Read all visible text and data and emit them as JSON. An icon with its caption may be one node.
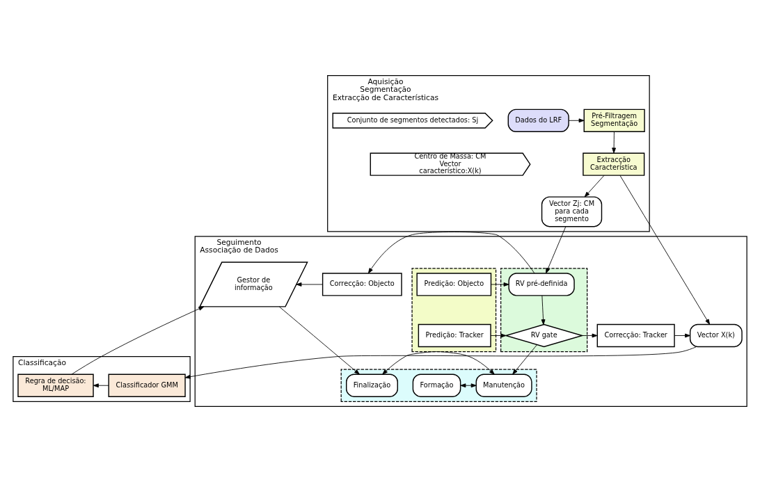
{
  "diagram": {
    "nodes": [
      {
        "text": [
          "Aquisição",
          "Segmentação",
          "Extracção de Características"
        ]
      },
      {
        "text": [
          "Dados do LRF"
        ],
        "in": 0
      },
      {
        "text": [
          "Pré-Filtragem Segmentação"
        ],
        "in": 0
      },
      {
        "text": [
          "Conjunto de segmentos detectados: Sj"
        ],
        "in": 0
      },
      {
        "text": [
          "Extracção Característica"
        ],
        "in": 0
      },
      {
        "text": [
          "Centro de Massa: CM Vector característico:X(k)"
        ],
        "in": 0
      },
      {
        "text": [
          "Vector Zj: CM para cada segmento"
        ],
        "in": 0
      },
      {
        "text": [
          "Seguimento",
          "Associação de Dados"
        ]
      },
      {
        "text": [],
        "shape": "box",
        "in": 7
      },
      {
        "text": [
          "Predição: Objecto"
        ],
        "in": 8
      },
      {
        "text": [
          "Predição: Tracker"
        ],
        "in": 8
      },
      {
        "text": [],
        "shape": "box",
        "in": 7
      },
      {
        "text": [
          "RV pré-definida"
        ],
        "in": 11
      },
      {
        "text": [
          "RV gate"
        ],
        "in": 11
      },
      {
        "text": [
          "Correcção: Objecto"
        ],
        "in": 7
      },
      {
        "text": [
          "Correcção: Tracker"
        ],
        "in": 7
      },
      {
        "text": [
          "Gestor de informação"
        ],
        "in": 7
      },
      {
        "text": [
          "Vector X(k)"
        ],
        "in": 7
      },
      {
        "text": [],
        "shape": "box",
        "in": 7
      },
      {
        "text": [
          "Formação"
        ],
        "in": 18
      },
      {
        "text": [
          "Manutenção"
        ],
        "in": 18
      },
      {
        "text": [
          "Finalização"
        ],
        "in": 18
      },
      {
        "text": [
          "Classificação"
        ]
      },
      {
        "text": [
          "Classificador GMM"
        ],
        "in": 22
      },
      {
        "text": [
          "Regra de decisão: ML/MAP"
        ],
        "in": 22
      }
    ],
    "edges": [
      {
        "from": 1,
        "to": 2,
        "arrow": "to"
      },
      {
        "from": 2,
        "to": 4,
        "arrow": "to"
      },
      {
        "from": 4,
        "to": 6,
        "arrow": "to"
      },
      {
        "from": 4,
        "to": 17,
        "arrow": "to"
      },
      {
        "from": 6,
        "to": 12,
        "arrow": "to"
      },
      {
        "from": 9,
        "to": 12,
        "arrow": "to"
      },
      {
        "from": 10,
        "to": 13,
        "arrow": "to"
      },
      {
        "from": 12,
        "to": 13,
        "arrow": "to"
      },
      {
        "from": 12,
        "to": 14,
        "arrow": "to"
      },
      {
        "from": 13,
        "to": 15,
        "arrow": "to"
      },
      {
        "from": 14,
        "to": 16,
        "arrow": "to"
      },
      {
        "from": 15,
        "to": 17,
        "arrow": "to"
      },
      {
        "from": 13,
        "to": 20,
        "arrow": "to"
      },
      {
        "from": 19,
        "to": 20,
        "arrow": "both"
      },
      {
        "from": 20,
        "to": 21,
        "arrow": "both"
      },
      {
        "from": 16,
        "to": 21,
        "arrow": "to"
      },
      {
        "from": 17,
        "to": 23,
        "arrow": "to"
      },
      {
        "from": 23,
        "to": 24,
        "arrow": "to"
      },
      {
        "from": 24,
        "to": 16,
        "arrow": "to"
      }
    ]
  }
}
